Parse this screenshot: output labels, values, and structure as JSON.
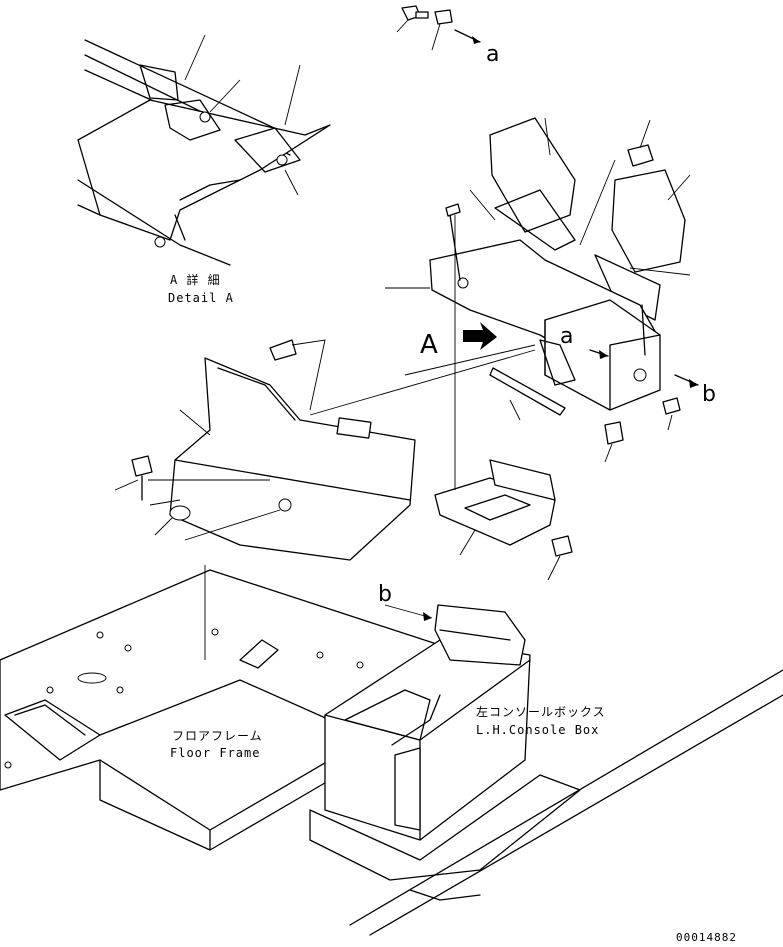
{
  "labels": {
    "detail_a_jp": "A 詳 細",
    "detail_a_en": "Detail A",
    "view_a": "A",
    "arrow_a_top": "a",
    "arrow_a_box": "a",
    "arrow_b_right": "b",
    "arrow_b_console": "b",
    "floor_frame_jp": "フロアフレーム",
    "floor_frame_en": "Floor Frame",
    "console_jp": "左コンソールボックス",
    "console_en": "L.H.Console Box",
    "drawing_number": "00014882"
  }
}
